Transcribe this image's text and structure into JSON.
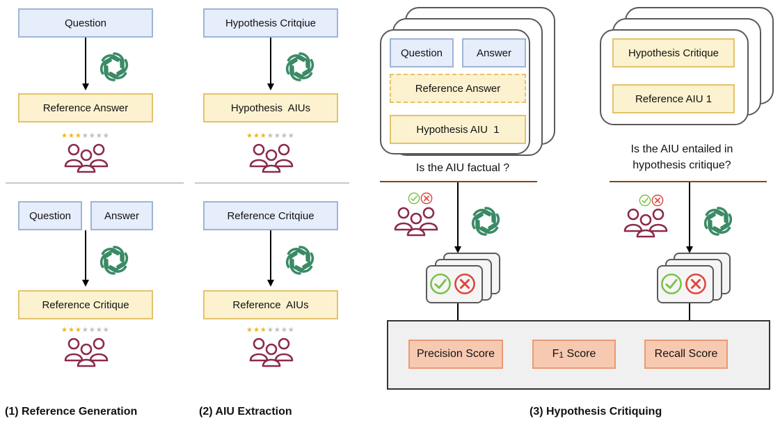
{
  "panel1": {
    "top": {
      "question": "Question",
      "reference_answer": "Reference Answer"
    },
    "bottom": {
      "question": "Question",
      "answer": "Answer",
      "reference_critique": "Reference Critique"
    },
    "caption": "(1) Reference Generation"
  },
  "panel2": {
    "top": {
      "hypothesis_critique": "Hypothesis Critqiue",
      "hypothesis_aius": "Hypothesis  AIUs"
    },
    "bottom": {
      "reference_critique": "Reference Critqiue",
      "reference_aius": "Reference  AIUs"
    },
    "caption": "(2) AIU Extraction"
  },
  "panel3": {
    "left_card": {
      "question": "Question",
      "answer": "Answer",
      "reference_answer": "Reference Answer",
      "hypothesis_aiu": "Hypothesis AIU  1"
    },
    "left_question": "Is the AIU factual ?",
    "right_card": {
      "hypothesis_critique": "Hypothesis Critique",
      "reference_aiu": "Reference AIU 1"
    },
    "right_question_line1": "Is the AIU entailed in",
    "right_question_line2": "hypothesis critique?",
    "scores": {
      "precision": "Precision Score",
      "f1_main": "F",
      "f1_sub": "1",
      "f1_suffix": " Score",
      "recall": "Recall Score"
    },
    "caption": "(3) Hypothesis Critiquing"
  },
  "icons": {
    "llm": "openai-logo-icon",
    "human": "human-annotators-icon",
    "rating": "star-rating-icon",
    "check": "check-circle-icon",
    "cross": "cross-circle-icon"
  },
  "colors": {
    "llm_green": "#3b8a67",
    "human_maroon": "#8b2a4a",
    "star_on": "#f1b80f",
    "star_off": "#bdbdbd",
    "check_green": "#7cc04b",
    "cross_red": "#e0433d",
    "rule_brown": "#8b4513"
  }
}
